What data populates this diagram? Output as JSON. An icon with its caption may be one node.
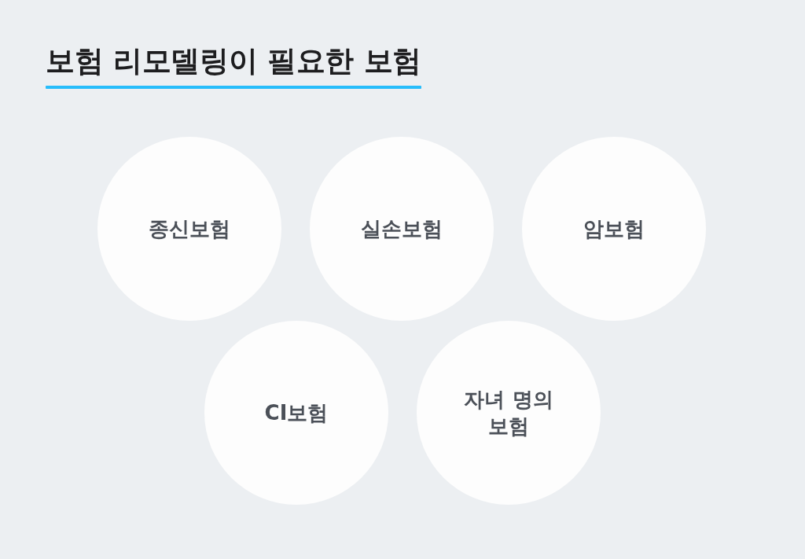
{
  "diagram": {
    "title": "보험 리모델링이 필요한 보험",
    "nodes": [
      {
        "text": [
          "종신보험"
        ]
      },
      {
        "text": [
          "실손보험"
        ]
      },
      {
        "text": [
          "암보험"
        ]
      },
      {
        "text": [
          "CI보험"
        ]
      },
      {
        "text": [
          "자녀 명의 보험"
        ]
      }
    ]
  }
}
